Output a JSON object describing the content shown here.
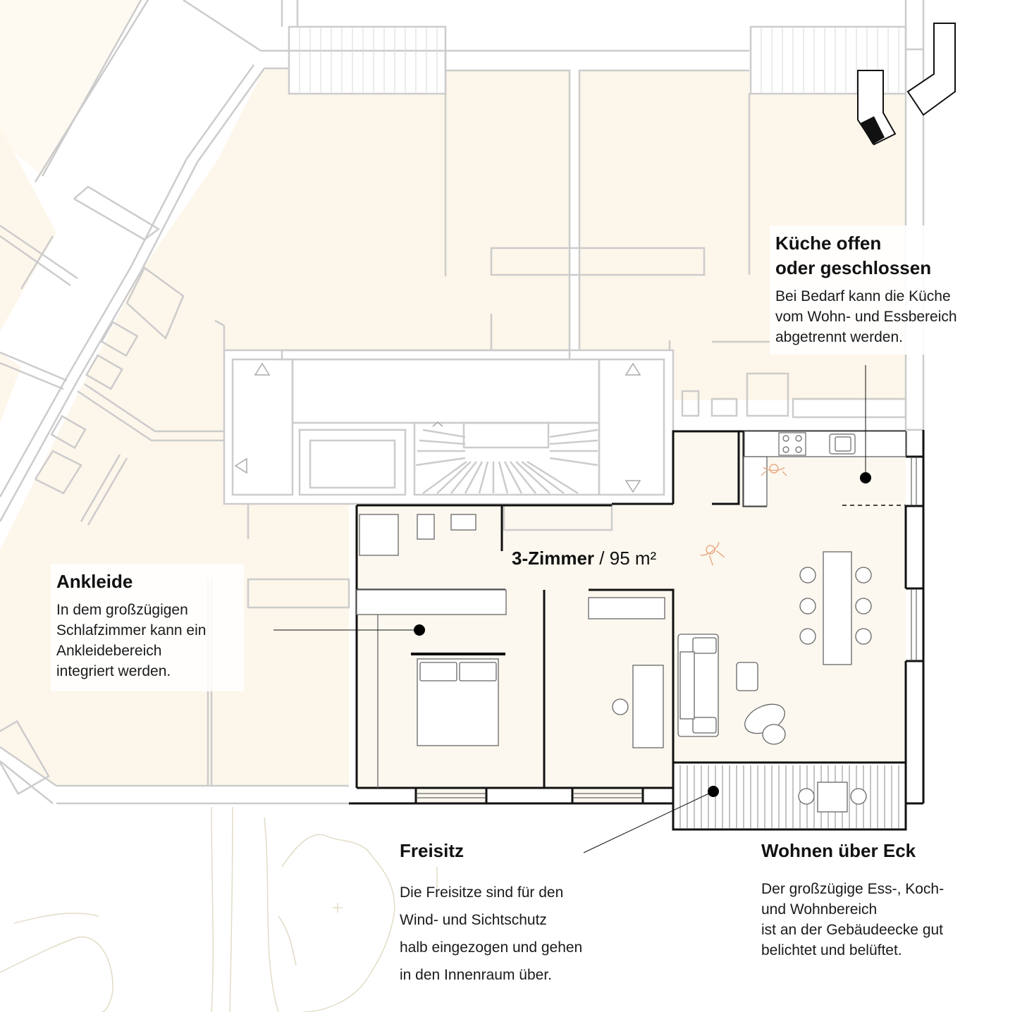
{
  "colors": {
    "floor_fill": "#fdf6ea",
    "unit_fill": "#fcf8ef",
    "context_wall": "#cccccc",
    "unit_wall": "#111111",
    "furniture_line": "#666666",
    "person_accent": "#e8a880",
    "landscape_line": "#e2dcc6",
    "marker": "#000000"
  },
  "room_label": {
    "type": "3-Zimmer",
    "area": "/ 95 m²"
  },
  "callouts": {
    "ankleide": {
      "title": "Ankleide",
      "text": "In dem großzügigen\nSchlafzimmer kann ein\nAnkleidebereich\nintegriert werden."
    },
    "kueche": {
      "title": "Küche offen\noder geschlossen",
      "text": "Bei Bedarf kann die Küche\nvom Wohn- und Essbereich\nabgetrennt werden."
    },
    "freisitz": {
      "title": "Freisitz",
      "text": "Die Freisitze sind für den\nWind- und Sichtschutz\nhalb eingezogen und gehen\nin den Innenraum über."
    },
    "wohnen": {
      "title": "Wohnen über Eck",
      "text": "Der großzügige Ess-, Koch-\nund Wohnbereich\nist an der Gebäudeecke gut\nbelichtet und belüftet."
    }
  },
  "icons": {
    "marker": "filled-dot",
    "stair_arrow": "triangle-outline",
    "chair": "circle-chair",
    "stove": "four-burner-cooktop",
    "sink": "sink-basin",
    "person": "human-figure"
  }
}
